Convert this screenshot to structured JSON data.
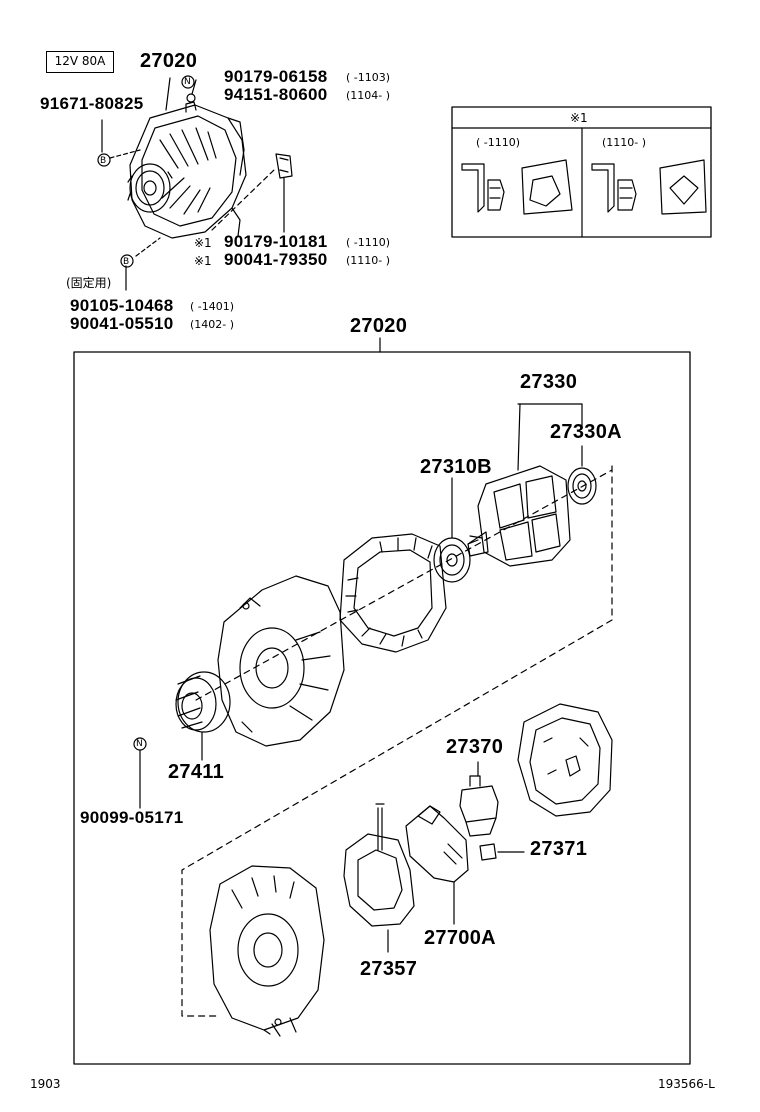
{
  "diagram": {
    "spec_box": "12V 80A",
    "assembly_top": "27020",
    "assembly_main": "27020",
    "fixing_note": "(固定用)",
    "parts": {
      "p91671": "91671-80825",
      "p90179a": "90179-06158",
      "p90179a_range": "(     -1103)",
      "p94151": "94151-80600",
      "p94151_range": "(1104-     )",
      "p90179b": "90179-10181",
      "p90179b_range": "(     -1110)",
      "p90041a": "90041-79350",
      "p90041a_range": "(1110-     )",
      "p90105": "90105-10468",
      "p90105_range": "(     -1401)",
      "p90041b": "90041-05510",
      "p90041b_range": "(1402-     )",
      "p27330": "27330",
      "p27330A": "27330A",
      "p27310B": "27310B",
      "p27370": "27370",
      "p27371": "27371",
      "p27411": "27411",
      "p90099": "90099-05171",
      "p27700A": "27700A",
      "p27357": "27357"
    },
    "markers": {
      "star1": "※1",
      "b": "B",
      "n": "N"
    },
    "inset": {
      "title": "※1",
      "left_range": "(     -1110)",
      "right_range": "(1110-     )"
    },
    "footer": {
      "left": "1903",
      "right": "193566-L"
    }
  }
}
